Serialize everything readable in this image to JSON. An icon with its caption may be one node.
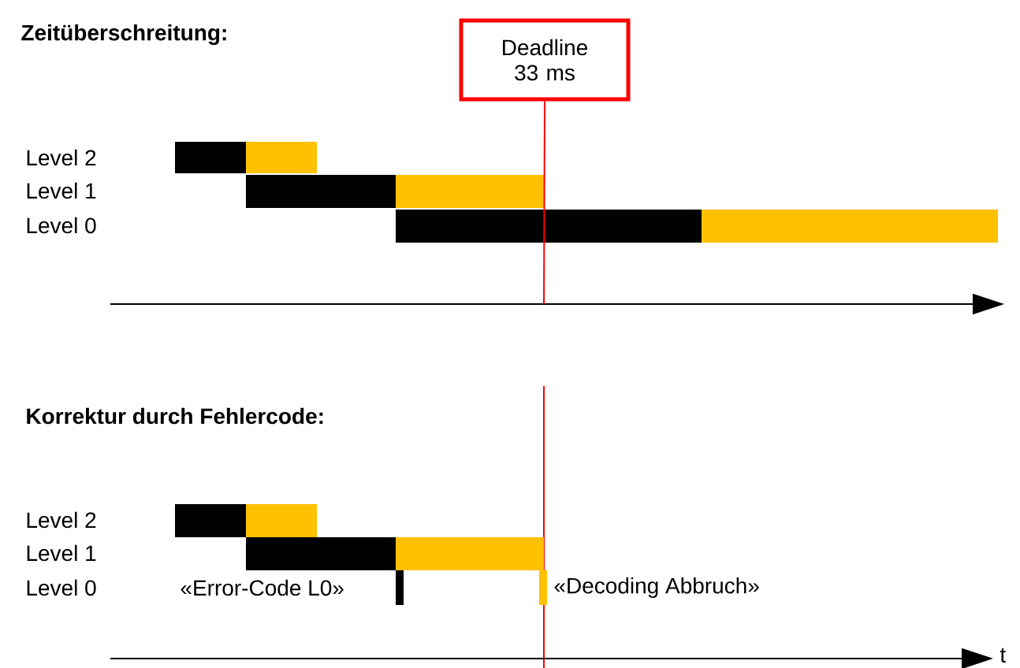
{
  "diagram": {
    "nodes": [
      {
        "text": [
          "Deadline 33 ms"
        ]
      },
      {
        "text": [],
        "shape": "arrow"
      },
      {
        "text": [],
        "shape": "arrow"
      }
    ],
    "edges": [
      {
        "from": 0,
        "to": 1,
        "arrow": "none"
      }
    ],
    "labels": [
      "Zeitüberschreitung:",
      "Level 2",
      "Level 1",
      "Level 0",
      "Korrektur durch Fehlercode:",
      "Level 2",
      "Level 1",
      "Level 0",
      "«Error-Code L0»",
      "«Decoding Abbruch»",
      "t"
    ]
  }
}
